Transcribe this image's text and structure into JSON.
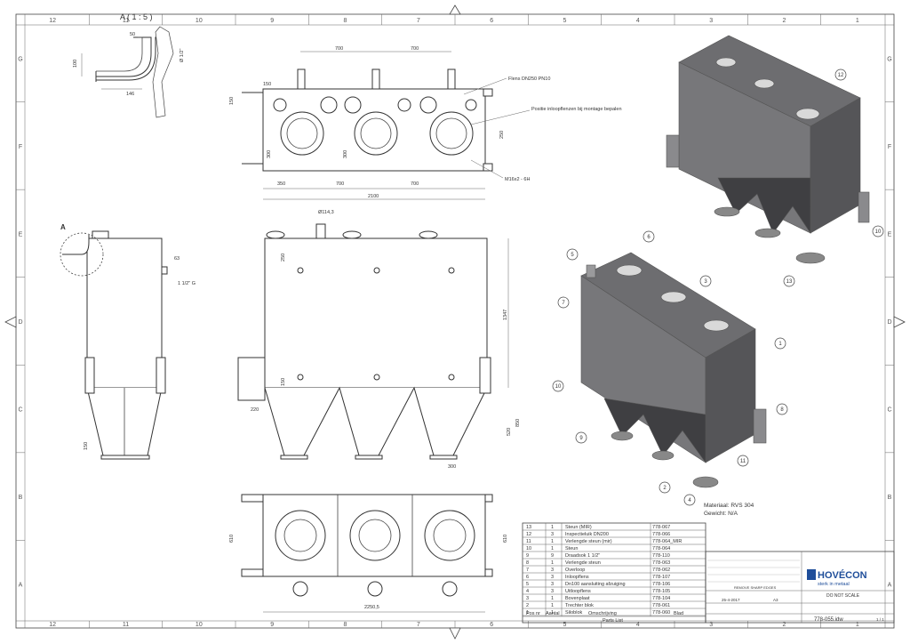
{
  "sheet": {
    "col_labels": [
      "12",
      "11",
      "10",
      "9",
      "8",
      "7",
      "6",
      "5",
      "4",
      "3",
      "2",
      "1"
    ],
    "row_labels": [
      "G",
      "F",
      "E",
      "D",
      "C",
      "B",
      "A"
    ]
  },
  "detail": {
    "title": "A ( 1 : 5 )",
    "ref_label": "A"
  },
  "dims": {
    "top_spacing_1": "700",
    "top_spacing_2": "700",
    "top_left": "150",
    "top_side": "150",
    "top_bottom_1": "350",
    "top_bottom_2": "700",
    "top_bottom_3": "700",
    "top_total": "2100",
    "top_height": "300",
    "top_height_2": "300",
    "top_height_3": "250",
    "front_dia": "Ø114,3",
    "front_250": "250",
    "front_total_h": "1347",
    "front_850": "850",
    "front_520": "520",
    "front_300": "300",
    "front_220": "220",
    "front_150": "150",
    "side_63": "63",
    "side_thread": "1 1/2\" G",
    "side_150": "150",
    "bottom_total": "2250,5",
    "bottom_610": "610",
    "bottom_610_r": "610",
    "detail_50": "50",
    "detail_146": "146",
    "detail_100": "100",
    "detail_r": "Ø 1/2\""
  },
  "callouts": {
    "flange": "Flens DN250 PN10",
    "position": "Positie inloopflenzen bij montage bepalen",
    "thread": "M16x2 - 6H"
  },
  "balloons_top": [
    "12",
    "10",
    "13"
  ],
  "balloons_bottom": [
    "5",
    "6",
    "3",
    "7",
    "1",
    "10",
    "8",
    "9",
    "11",
    "2",
    "4"
  ],
  "material": {
    "line1": "Materiaal: RVS 304",
    "line2": "Gewicht: N/A"
  },
  "parts": {
    "headers": [
      "Pos nr",
      "Aantal",
      "Omschrijving",
      "Blad"
    ],
    "footer": "Parts List",
    "rows": [
      [
        "13",
        "1",
        "Steun (MIR)",
        "778-067"
      ],
      [
        "12",
        "3",
        "Inspectieluik DN200",
        "778-066"
      ],
      [
        "11",
        "1",
        "Verlengde steun (mir)",
        "778-064_MIR"
      ],
      [
        "10",
        "1",
        "Steun",
        "778-064"
      ],
      [
        "9",
        "9",
        "Draadsok 1 1/2\"",
        "778-110"
      ],
      [
        "8",
        "1",
        "Verlengde steun",
        "778-063"
      ],
      [
        "7",
        "3",
        "Overloop",
        "778-062"
      ],
      [
        "6",
        "3",
        "Inloopflens",
        "778-107"
      ],
      [
        "5",
        "3",
        "Dn100 aansluiting afzuiging",
        "778-106"
      ],
      [
        "4",
        "3",
        "Uitloopflens",
        "778-105"
      ],
      [
        "3",
        "1",
        "Bovenplaat",
        "778-104"
      ],
      [
        "2",
        "1",
        "Trechter blok",
        "778-061"
      ],
      [
        "1",
        "1",
        "Siloblok",
        "778-060"
      ]
    ]
  },
  "title_block": {
    "brand": "HOVÉCON",
    "tagline": "sterk in metaal",
    "no_scale": "DO NOT SCALE",
    "drawing_no": "778-055.idw",
    "date": "25-4-2017",
    "format": "A3",
    "remove_edges": "REMOVE SHARP EDGES",
    "sheet_no": "1 / 1"
  }
}
